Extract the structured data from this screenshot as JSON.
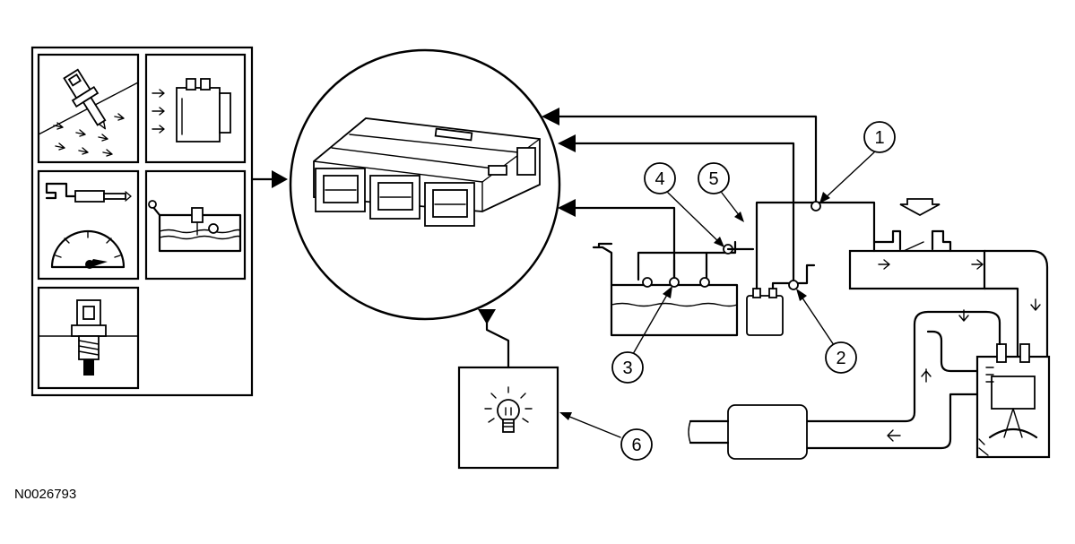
{
  "figure_id": "N0026793",
  "callouts": [
    {
      "number": "1"
    },
    {
      "number": "2"
    },
    {
      "number": "3"
    },
    {
      "number": "4"
    },
    {
      "number": "5"
    },
    {
      "number": "6"
    }
  ],
  "sensor_panel": {
    "icons": [
      "air-flow-sensor-icon",
      "mass-air-flow-meter-icon",
      "pressure-sender-gauge-icon",
      "fuel-tank-sender-icon",
      "temperature-sensor-icon"
    ]
  },
  "module": {
    "icon": "control-module-icon"
  },
  "lamp": {
    "icon": "indicator-lamp-icon"
  }
}
